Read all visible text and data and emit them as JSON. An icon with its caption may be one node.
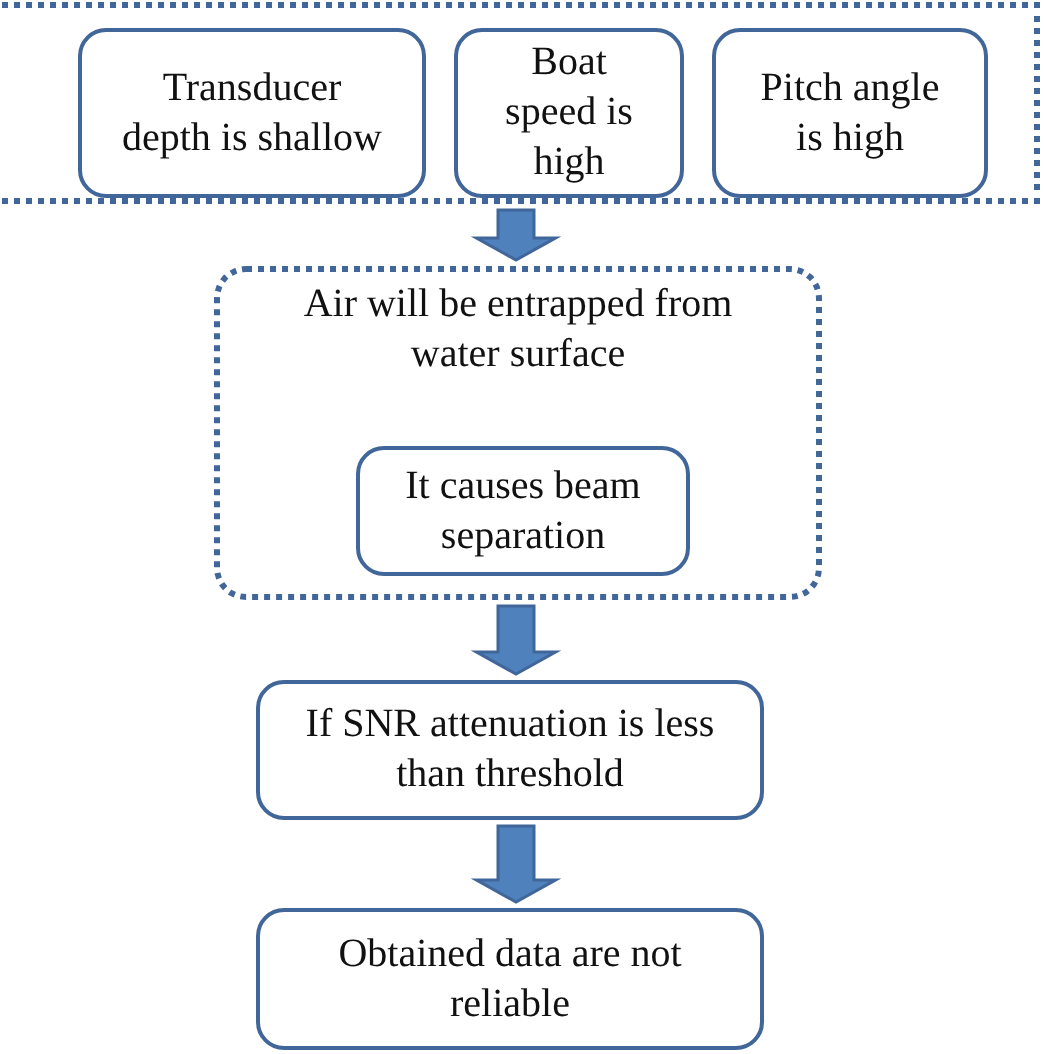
{
  "diagram": {
    "nodes": [
      {
        "text": [],
        "shape": "box"
      },
      {
        "text": [
          "Transducer depth is shallow"
        ],
        "in": 0
      },
      {
        "text": [
          "Boat speed is high"
        ],
        "in": 0
      },
      {
        "text": [
          "Pitch angle is high"
        ],
        "in": 0
      },
      {
        "text": [
          "Air will be entrapped from water surface"
        ]
      },
      {
        "text": [
          "It causes beam separation"
        ],
        "in": 4
      },
      {
        "text": [
          "If SNR attenuation is less than threshold"
        ]
      },
      {
        "text": [
          "Obtained data are not reliable"
        ]
      }
    ],
    "edges": [
      {
        "from": 0,
        "to": 4,
        "arrow": "to",
        "style": "thick"
      },
      {
        "from": 4,
        "to": 6,
        "arrow": "to",
        "style": "thick"
      },
      {
        "from": 6,
        "to": 7,
        "arrow": "to",
        "style": "thick"
      }
    ]
  }
}
